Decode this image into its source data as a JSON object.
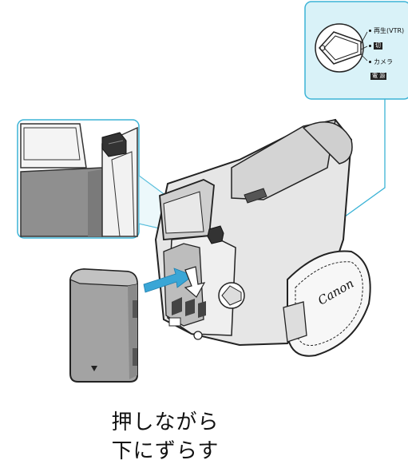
{
  "dial_callout": {
    "mode_vtr": "再生(VTR)",
    "mode_off": "切",
    "mode_camera": "カメラ",
    "power_label": "電 源"
  },
  "camera_brand": "Canon",
  "instruction": {
    "line1": "押しながら",
    "line2": "下にずらす"
  },
  "colors": {
    "callout_fill": "#d9f2f8",
    "callout_stroke": "#3bb3d6",
    "arrow_blue": "#3aa6d6"
  }
}
